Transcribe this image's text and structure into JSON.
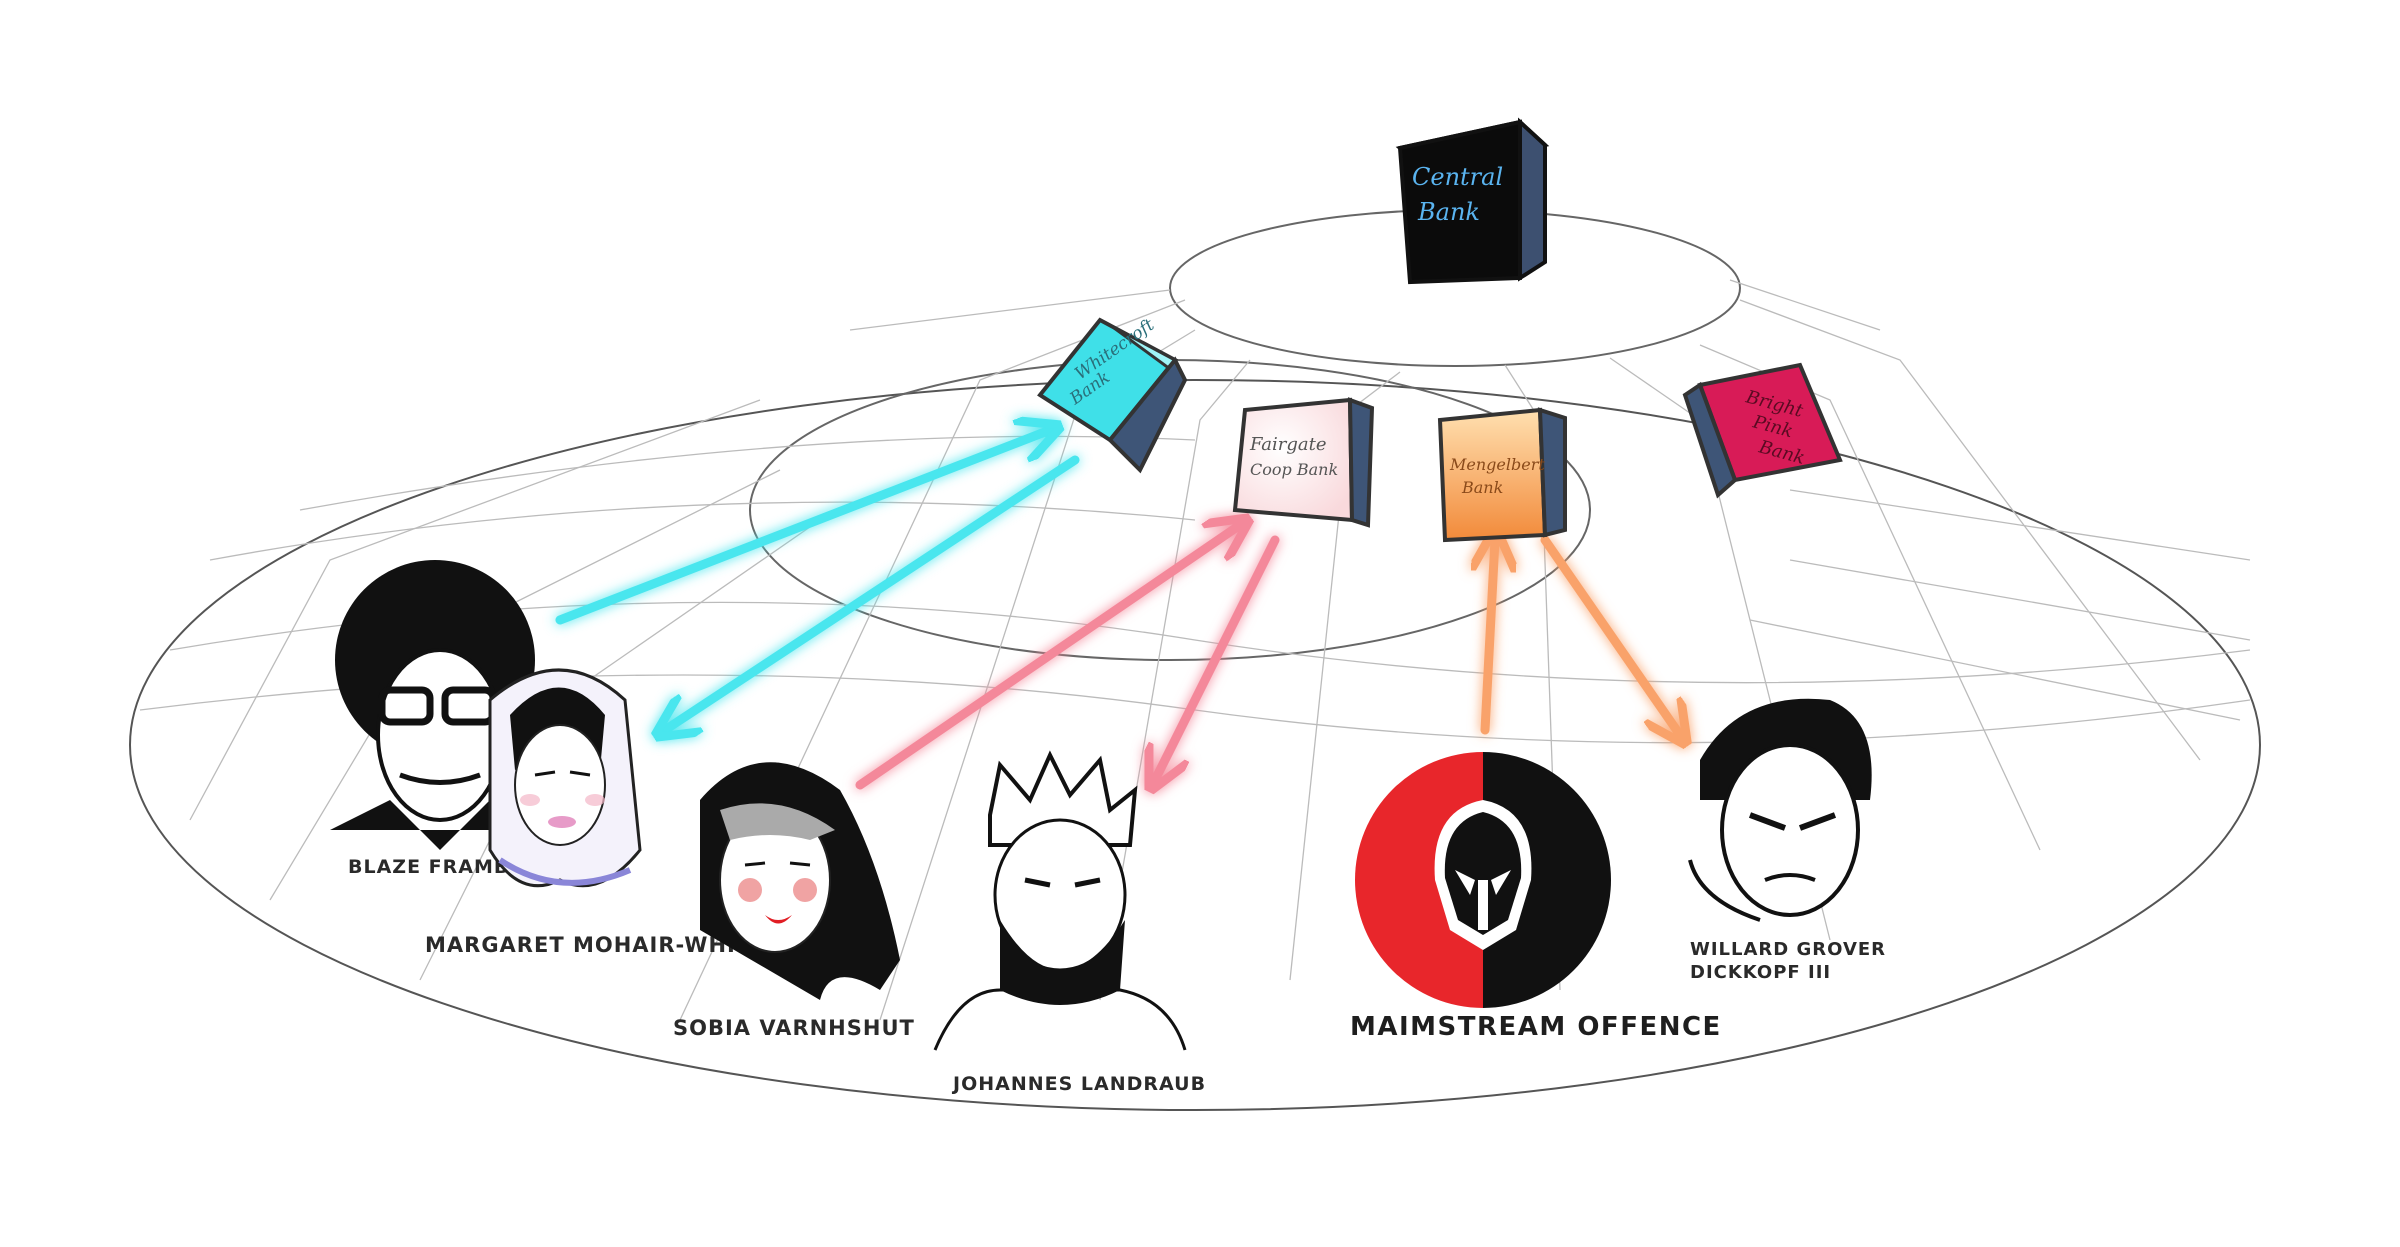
{
  "banks": {
    "central": {
      "line1": "Central",
      "line2": "Bank",
      "text_color": "#5ab4f0",
      "top_color": "#f0a93b",
      "face_color": "#0b0b0b"
    },
    "whitecroft": {
      "line1": "Whitecroft",
      "line2": "Bank",
      "color": "#3fe0e8"
    },
    "fairgate": {
      "line1": "Fairgate",
      "line2": "Coop Bank",
      "color": "#f6c3c8"
    },
    "mengelbert": {
      "line1": "Mengelbert",
      "line2": "Bank",
      "color": "#f5a25a"
    },
    "brightpink": {
      "line1": "Bright",
      "line2": "Pink",
      "line3": "Bank",
      "color": "#d81b57"
    }
  },
  "people": {
    "blaze": {
      "name": "BLAZE FRAMBOISE"
    },
    "margaret": {
      "name": "MARGARET MOHAIR-WHITE"
    },
    "sobia": {
      "name": "SOBIA VARNHSHUT"
    },
    "johannes": {
      "name": "JOHANNES LANDRAUB"
    },
    "willard": {
      "name_line1": "WILLARD GROVER",
      "name_line2": "DICKKOPF III"
    }
  },
  "brand": {
    "name": "MAIMSTREAM OFFENCE",
    "accent": "#e8262b"
  },
  "arrow_colors": {
    "cyan": "#48e6ee",
    "pink": "#f4889a",
    "orange": "#f9a26a"
  }
}
